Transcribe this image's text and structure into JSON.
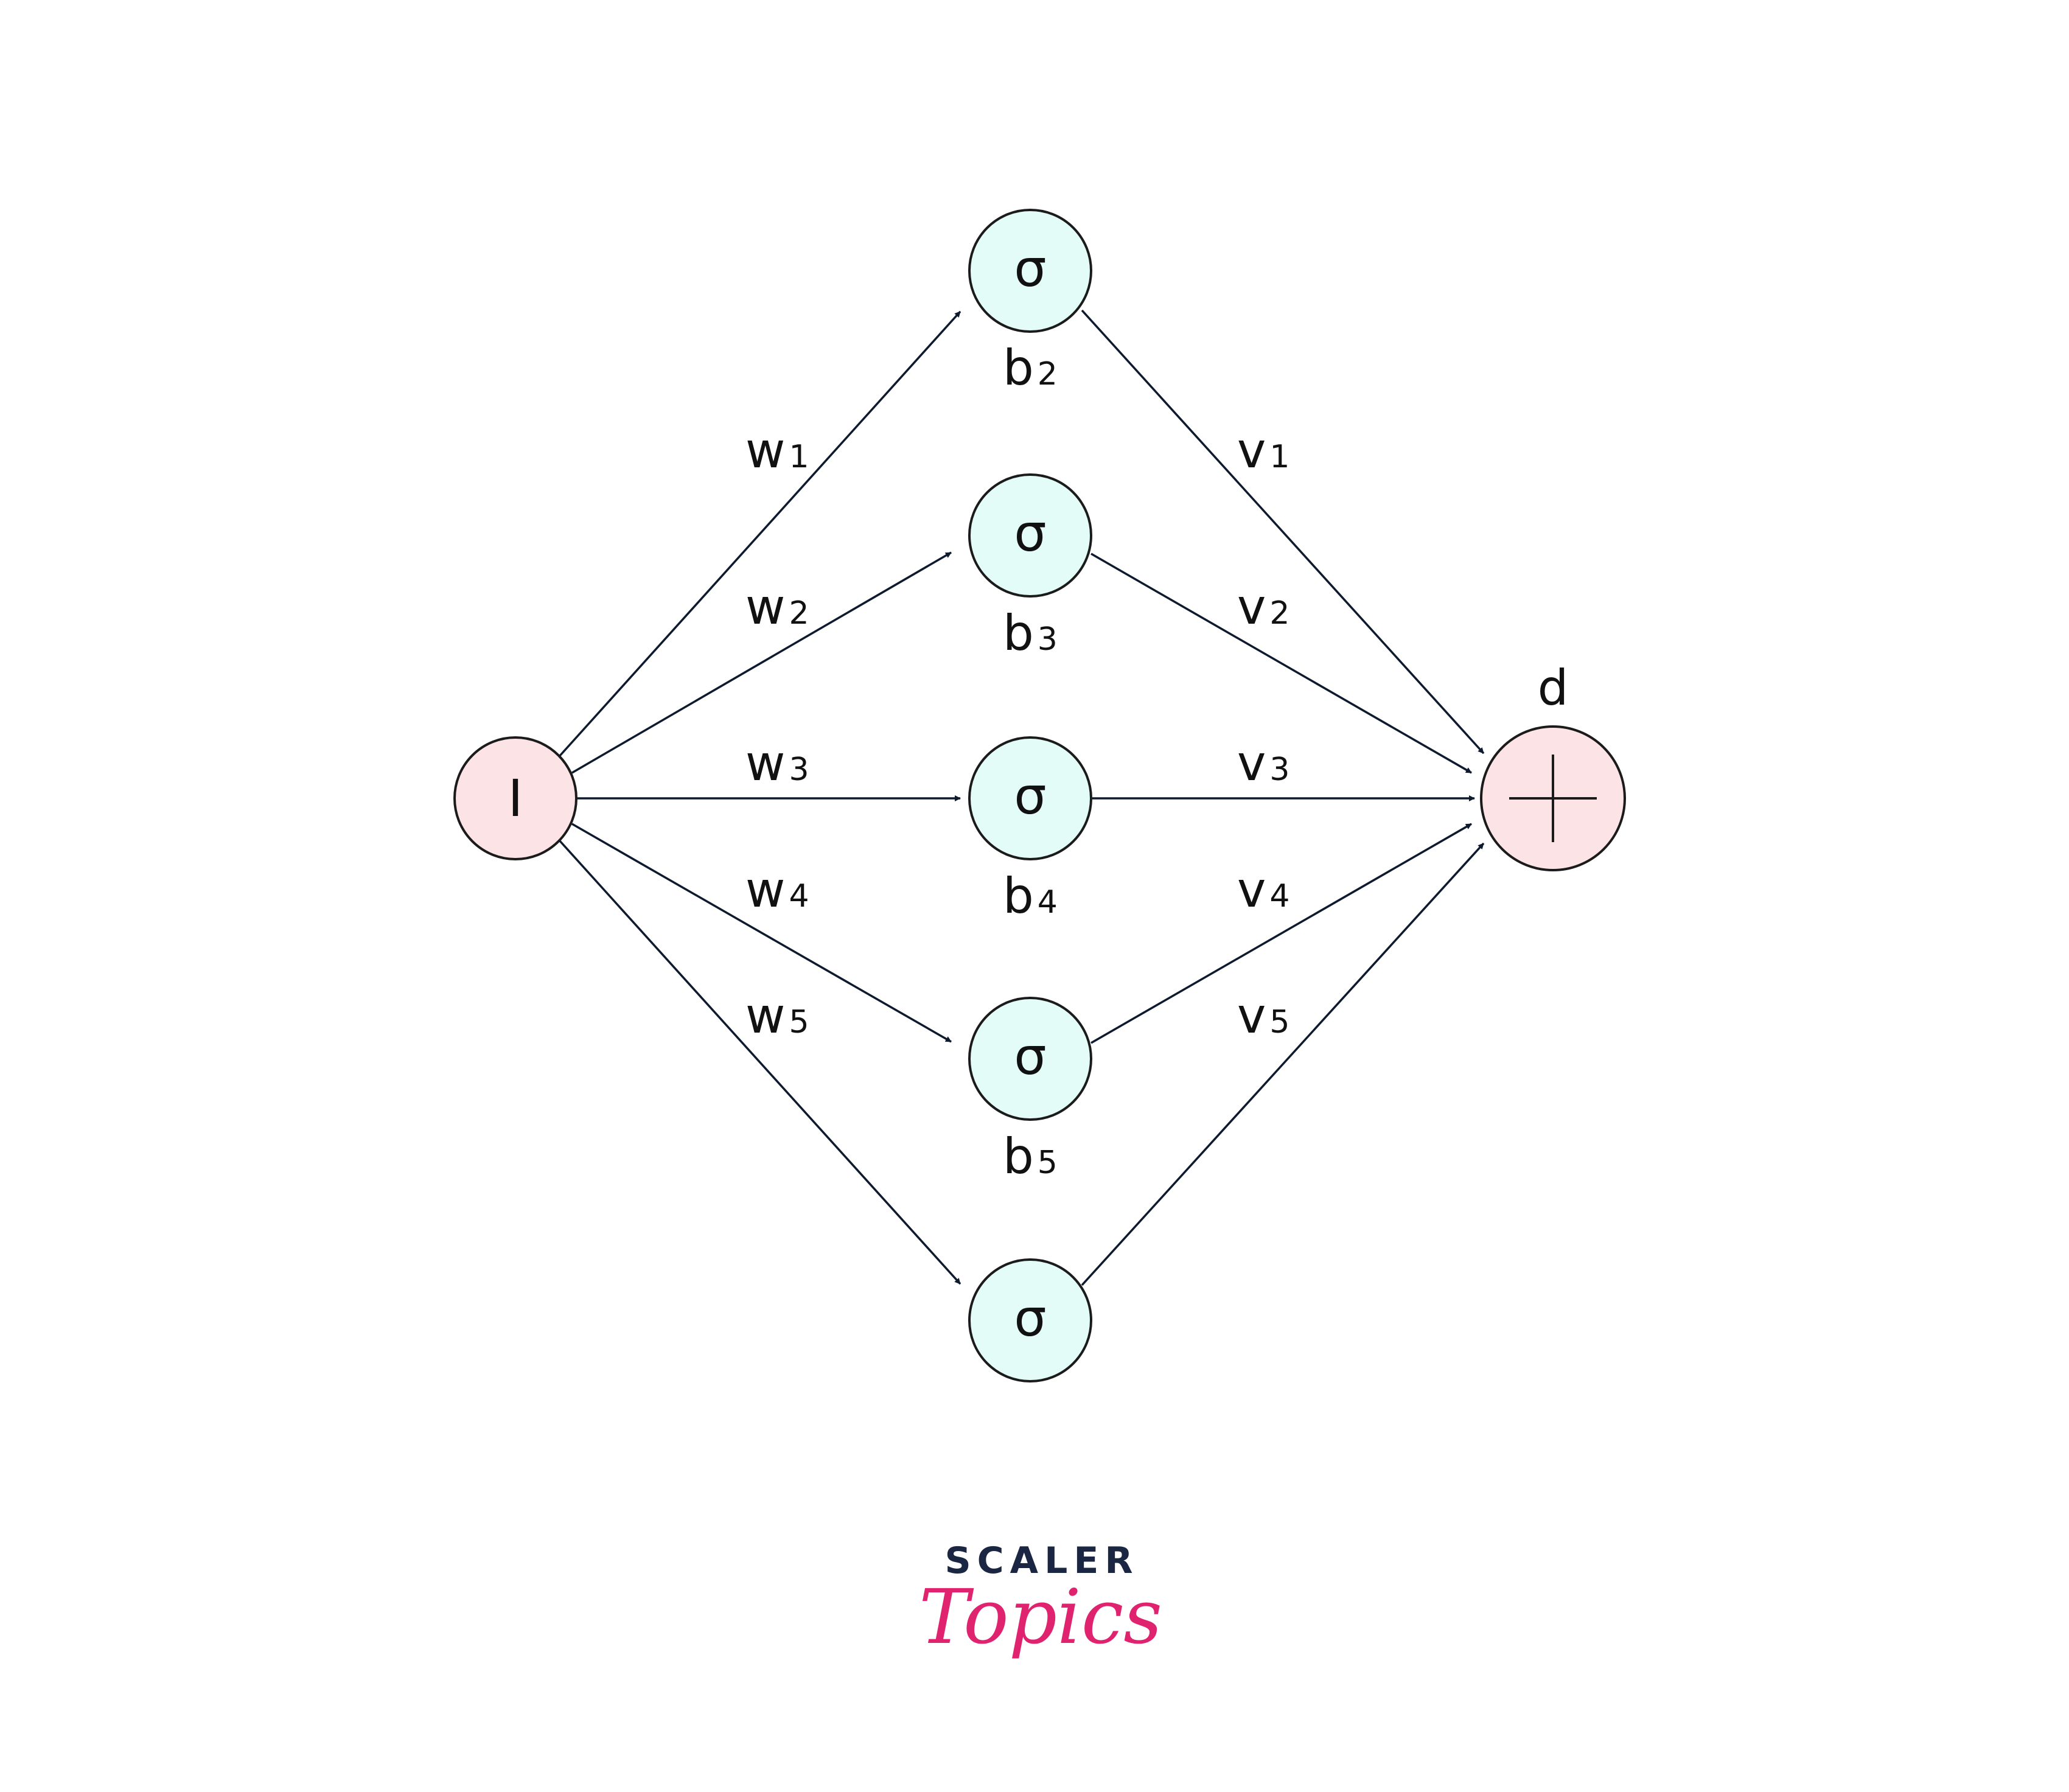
{
  "diagram": {
    "input_node": {
      "label": "I"
    },
    "hidden_nodes": [
      {
        "label": "σ"
      },
      {
        "label": "σ"
      },
      {
        "label": "σ"
      },
      {
        "label": "σ"
      },
      {
        "label": "σ"
      }
    ],
    "output_node": {
      "label": "d",
      "symbol": "+"
    },
    "input_weights": [
      {
        "base": "w",
        "sub": "1"
      },
      {
        "base": "w",
        "sub": "2"
      },
      {
        "base": "w",
        "sub": "3"
      },
      {
        "base": "w",
        "sub": "4"
      },
      {
        "base": "w",
        "sub": "5"
      }
    ],
    "output_weights": [
      {
        "base": "v",
        "sub": "1"
      },
      {
        "base": "v",
        "sub": "2"
      },
      {
        "base": "v",
        "sub": "3"
      },
      {
        "base": "v",
        "sub": "4"
      },
      {
        "base": "v",
        "sub": "5"
      }
    ],
    "biases": [
      {
        "base": "b",
        "sub": "2"
      },
      {
        "base": "b",
        "sub": "3"
      },
      {
        "base": "b",
        "sub": "4"
      },
      {
        "base": "b",
        "sub": "5"
      }
    ],
    "colors": {
      "input_fill": "#fce4e6",
      "hidden_fill": "#e3fcf8",
      "output_fill": "#fce4e6",
      "edge": "#0e1a2e",
      "brand_dark": "#1b2642",
      "brand_accent": "#e0236e"
    }
  },
  "logo": {
    "top": "SCALER",
    "bottom": "Topics"
  }
}
